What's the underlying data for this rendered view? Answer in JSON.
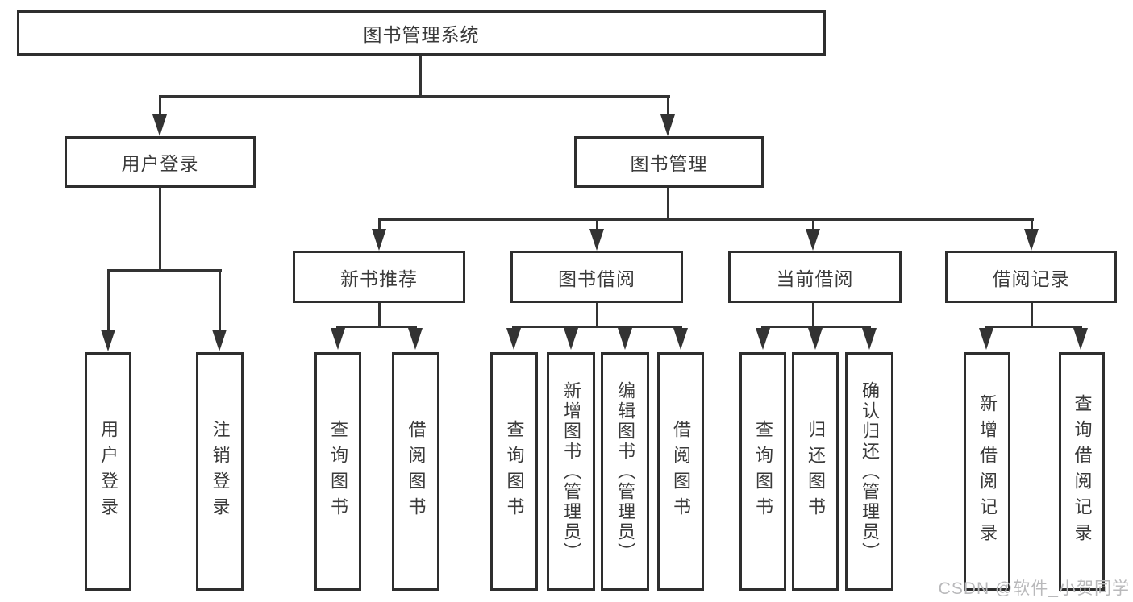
{
  "diagram_title": "图书管理系统",
  "tree": {
    "label": "图书管理系统",
    "children": [
      {
        "label": "用户登录",
        "children": [
          {
            "label": "用户登录"
          },
          {
            "label": "注销登录"
          }
        ]
      },
      {
        "label": "图书管理",
        "children": [
          {
            "label": "新书推荐",
            "children": [
              {
                "label": "查询图书"
              },
              {
                "label": "借阅图书"
              }
            ]
          },
          {
            "label": "图书借阅",
            "children": [
              {
                "label": "查询图书"
              },
              {
                "label": "新增图书（管理员）"
              },
              {
                "label": "编辑图书（管理员）"
              },
              {
                "label": "借阅图书"
              }
            ]
          },
          {
            "label": "当前借阅",
            "children": [
              {
                "label": "查询图书"
              },
              {
                "label": "归还图书"
              },
              {
                "label": "确认归还（管理员）"
              }
            ]
          },
          {
            "label": "借阅记录",
            "children": [
              {
                "label": "新增借阅记录"
              },
              {
                "label": "查询借阅记录"
              }
            ]
          }
        ]
      }
    ]
  },
  "watermark": {
    "text": "CSDN @软件_小贺同学"
  },
  "colors": {
    "line": "#333333",
    "box_border": "#2e2e2e",
    "text": "#3a3a3a",
    "background": "#ffffff",
    "watermark": "#b9b9bb"
  }
}
